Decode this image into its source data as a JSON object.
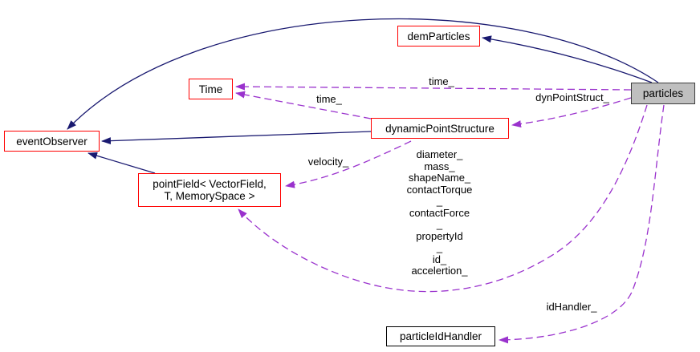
{
  "diagram": {
    "colors": {
      "inherit_edge": "#191970",
      "usage_edge": "#9a32cd",
      "red_border": "#ff0000",
      "black_border": "#000000",
      "selected_fill": "#bfbfbf",
      "background": "#ffffff"
    },
    "nodes": {
      "demParticles": {
        "label": "demParticles"
      },
      "particles": {
        "label": "particles"
      },
      "Time": {
        "label": "Time"
      },
      "dynamicPointStructure": {
        "label": "dynamicPointStructure"
      },
      "eventObserver": {
        "label": "eventObserver"
      },
      "pointField": {
        "label": "pointField< VectorField,\nT, MemorySpace >"
      },
      "particleIdHandler": {
        "label": "particleIdHandler"
      }
    },
    "edge_labels": {
      "time_particles": "time_",
      "time_dynamic": "time_",
      "dynPointStruct": "dynPointStruct_",
      "velocity": "velocity_",
      "fields": "diameter_\nmass_\nshapeName_\ncontactTorque\n_\ncontactForce\n_\npropertyId\n_\nid_\naccelertion_",
      "idHandler": "idHandler_"
    }
  }
}
